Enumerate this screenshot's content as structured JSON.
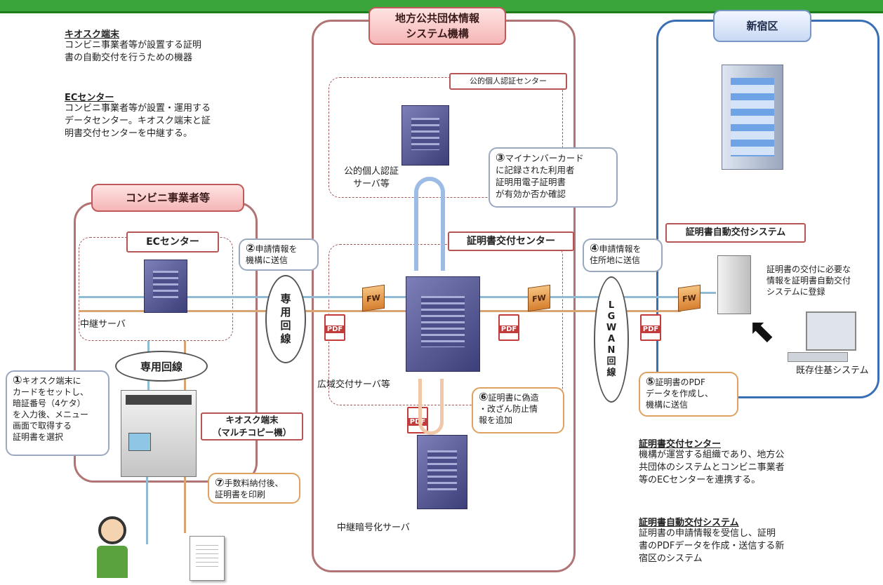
{
  "notes": {
    "kiosk_title": "キオスク端末",
    "kiosk_desc": "コンビニ事業者等が設置する証明\n書の自動交付を行うための機器",
    "ec_title": "ECセンター",
    "ec_desc": "コンビニ事業者等が設置・運用する\nデータセンター。キオスク端末と証\n明書交付センターを中継する。",
    "kofu_title": "証明書交付センター",
    "kofu_desc": "機構が運営する組織であり、地方公\n共団体のシステムとコンビニ事業者\n等のECセンターを連携する。",
    "jidou_title": "証明書自動交付システム",
    "jidou_desc": "証明書の申請情報を受信し、証明\n書のPDFデータを作成・送信する新\n宿区のシステム"
  },
  "regions": {
    "konbini": "コンビニ事業者等",
    "kiko": "地方公共団体情報\nシステム機構",
    "shinjuku": "新宿区"
  },
  "sub": {
    "ec_center": "ECセンター",
    "koteki_center": "公的個人認証センター",
    "kofu_center": "証明書交付センター",
    "jidou_system": "証明書自動交付システム",
    "kiosk": "キオスク端末\n（マルチコピー機）"
  },
  "labels": {
    "chukei": "中継サーバ",
    "koteki_server": "公的個人認証\nサーバ等",
    "koiki": "広域交付サーバ等",
    "angou": "中継暗号化サーバ",
    "kizon": "既存住基システム",
    "jidou_desc": "証明書の交付に必要な\n情報を証明書自動交付\nシステムに登録",
    "senyo1": "専用回線",
    "senyo2": "専\n用\n回\n線",
    "lgwan": "L\nG\nW\nA\nN\n回\n線"
  },
  "fw": "FW",
  "pdf": "PDF",
  "steps": {
    "s1n": "①",
    "s1": "キオスク端末に\nカードをセットし、\n暗証番号（4ケタ）\nを入力後、メニュー\n画面で取得する\n証明書を選択",
    "s2n": "②",
    "s2": "申請情報を\n機構に送信",
    "s3n": "③",
    "s3": "マイナンバーカード\nに記録された利用者\n証明用電子証明書\nが有効か否か確認",
    "s4n": "④",
    "s4": "申請情報を\n住所地に送信",
    "s5n": "⑤",
    "s5": "証明書のPDF\nデータを作成し、\n機構に送信",
    "s6n": "⑥",
    "s6": "証明書に偽造\n・改ざん防止情\n報を追加",
    "s7n": "⑦",
    "s7": "手数料納付後、\n証明書を印刷"
  }
}
